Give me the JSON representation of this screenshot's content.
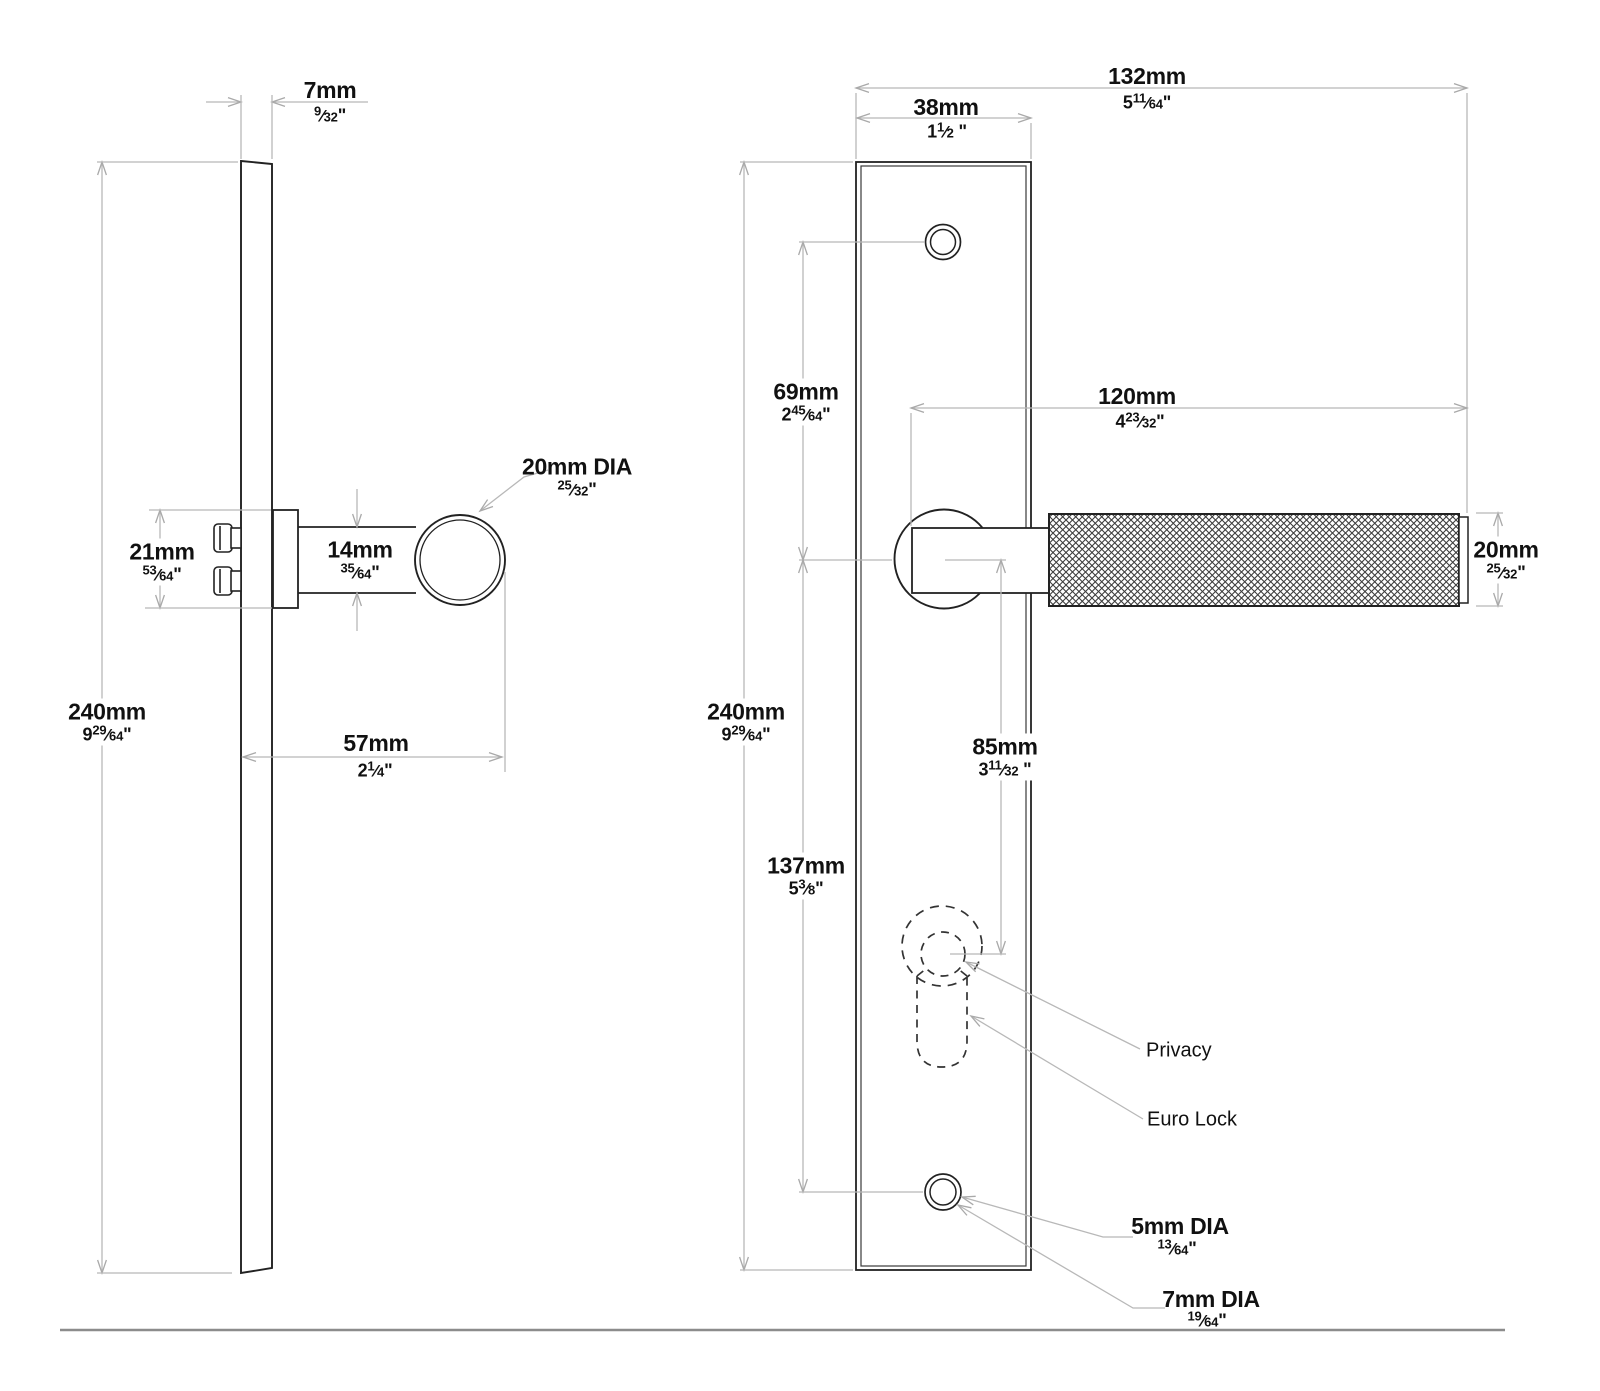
{
  "drawing": {
    "title": "door-handle-backplate-dimension-drawing",
    "views": {
      "side": "side-profile-view",
      "front": "front-plate-view"
    }
  },
  "colors": {
    "ink": "#1f1f1f",
    "dim_line": "#b8b8b8",
    "text": "#111111",
    "rule": "#8c8c8c"
  },
  "typography": {
    "frac_slash": "⁄"
  },
  "dims": {
    "t7": {
      "mm": "7mm",
      "w": "",
      "n": "9",
      "d": "32",
      "s": "\""
    },
    "r21": {
      "mm": "21mm",
      "w": "",
      "n": "53",
      "d": "64",
      "s": "\""
    },
    "n14": {
      "mm": "14mm",
      "w": "",
      "n": "35",
      "d": "64",
      "s": "\""
    },
    "d20": {
      "mm": "20mm DIA",
      "w": "",
      "n": "25",
      "d": "32",
      "s": "\""
    },
    "h240L": {
      "mm": "240mm",
      "w": "9",
      "n": "29",
      "d": "64",
      "s": "\""
    },
    "p57": {
      "mm": "57mm",
      "w": "2",
      "n": "1",
      "d": "4",
      "s": "\""
    },
    "w132": {
      "mm": "132mm",
      "w": "5",
      "n": "11",
      "d": "64",
      "s": "\""
    },
    "w38": {
      "mm": "38mm",
      "w": "1",
      "n": "1",
      "d": "2",
      "s": " \""
    },
    "s69": {
      "mm": "69mm",
      "w": "2",
      "n": "45",
      "d": "64",
      "s": "\""
    },
    "l120": {
      "mm": "120mm",
      "w": "4",
      "n": "23",
      "d": "32",
      "s": "\""
    },
    "g20": {
      "mm": "20mm",
      "w": "",
      "n": "25",
      "d": "32",
      "s": "\""
    },
    "h240R": {
      "mm": "240mm",
      "w": "9",
      "n": "29",
      "d": "64",
      "s": "\""
    },
    "e85": {
      "mm": "85mm",
      "w": "3",
      "n": "11",
      "d": "32",
      "s": " \""
    },
    "c137": {
      "mm": "137mm",
      "w": "5",
      "n": "3",
      "d": "8",
      "s": "\""
    },
    "d5": {
      "mm": "5mm DIA",
      "w": "",
      "n": "13",
      "d": "64",
      "s": "\""
    },
    "d7": {
      "mm": "7mm DIA",
      "w": "",
      "n": "19",
      "d": "64",
      "s": "\""
    }
  },
  "annotations": {
    "privacy": "Privacy",
    "euro_lock": "Euro Lock"
  }
}
